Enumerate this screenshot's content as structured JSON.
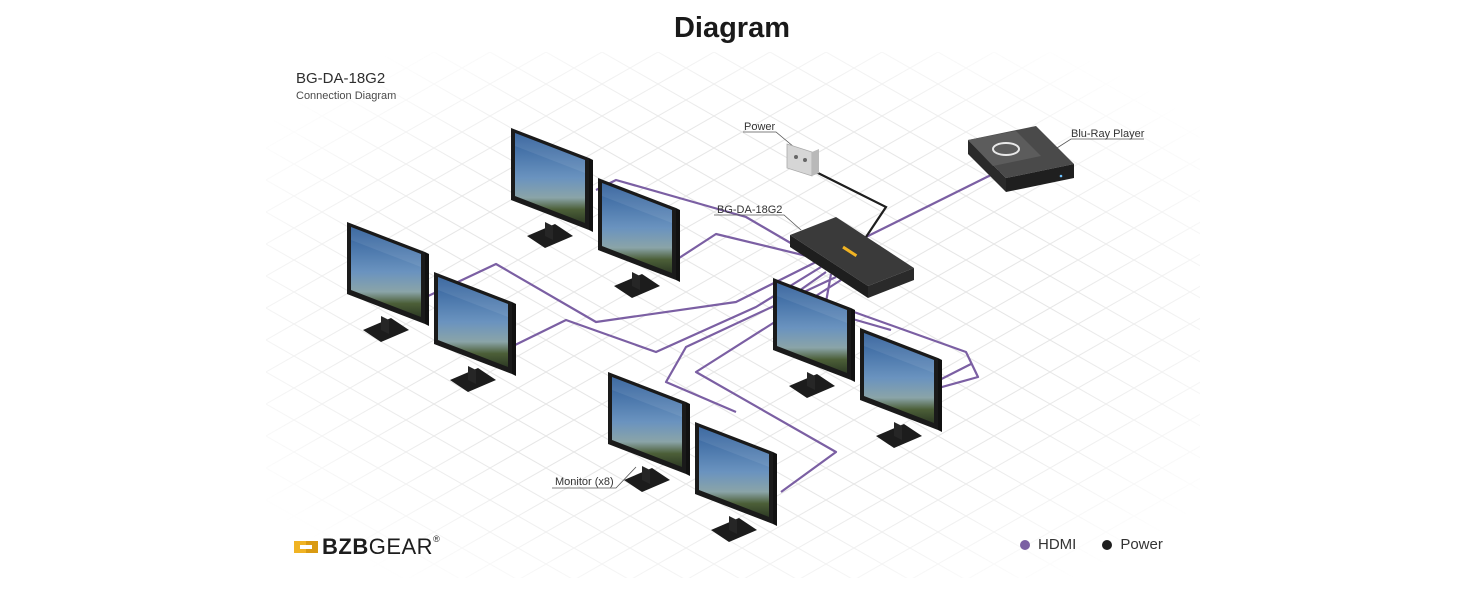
{
  "title": "Diagram",
  "diagram": {
    "title": "BG-DA-18G2",
    "subtitle": "Connection Diagram",
    "labels": {
      "power": "Power",
      "bluray": "Blu-Ray Player",
      "device": "BG-DA-18G2",
      "monitor": "Monitor (x8)"
    }
  },
  "brand": {
    "name_bold": "BZB",
    "name_light": "GEAR",
    "reg": "®"
  },
  "legend": [
    {
      "label": "HDMI",
      "color": "#7b5fa3"
    },
    {
      "label": "Power",
      "color": "#1e1e1e"
    }
  ],
  "colors": {
    "hdmi": "#7b5fa3",
    "power": "#1e1e1e",
    "brand_accent": "#f0b323"
  }
}
